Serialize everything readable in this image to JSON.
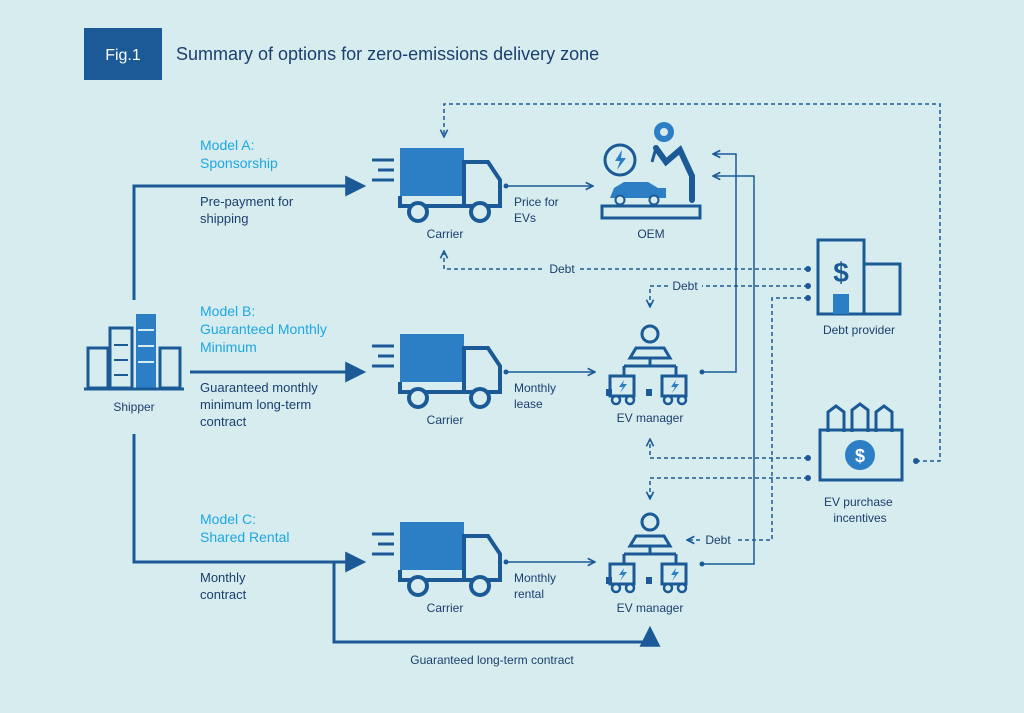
{
  "header": {
    "badge": "Fig.1",
    "title": "Summary of options for zero-emissions delivery zone"
  },
  "nodes": {
    "shipper": "Shipper",
    "carrier": "Carrier",
    "oem": "OEM",
    "ev_manager": "EV manager",
    "debt_provider": "Debt provider",
    "incentives": [
      "EV purchase",
      "incentives"
    ]
  },
  "models": {
    "a": {
      "title": [
        "Model A:",
        "Sponsorship"
      ],
      "desc": [
        "Pre-payment for",
        "shipping"
      ],
      "carrier_label": [
        "Price for",
        "EVs"
      ]
    },
    "b": {
      "title": [
        "Model B:",
        "Guaranteed Monthly",
        "Minimum"
      ],
      "desc": [
        "Guaranteed monthly",
        "minimum long-term",
        "contract"
      ],
      "carrier_label": [
        "Monthly",
        "lease"
      ]
    },
    "c": {
      "title": [
        "Model C:",
        "Shared Rental"
      ],
      "desc": [
        "Monthly",
        "contract"
      ],
      "carrier_label": [
        "Monthly",
        "rental"
      ]
    }
  },
  "flows": {
    "debt": "Debt",
    "guaranteed": "Guaranteed long-term contract"
  },
  "colors": {
    "background": "#d6ecef",
    "dark_blue": "#1b5a96",
    "accent_blue": "#1ea7e1",
    "mid_blue": "#2c7fc4",
    "text": "#1b3f6e"
  }
}
